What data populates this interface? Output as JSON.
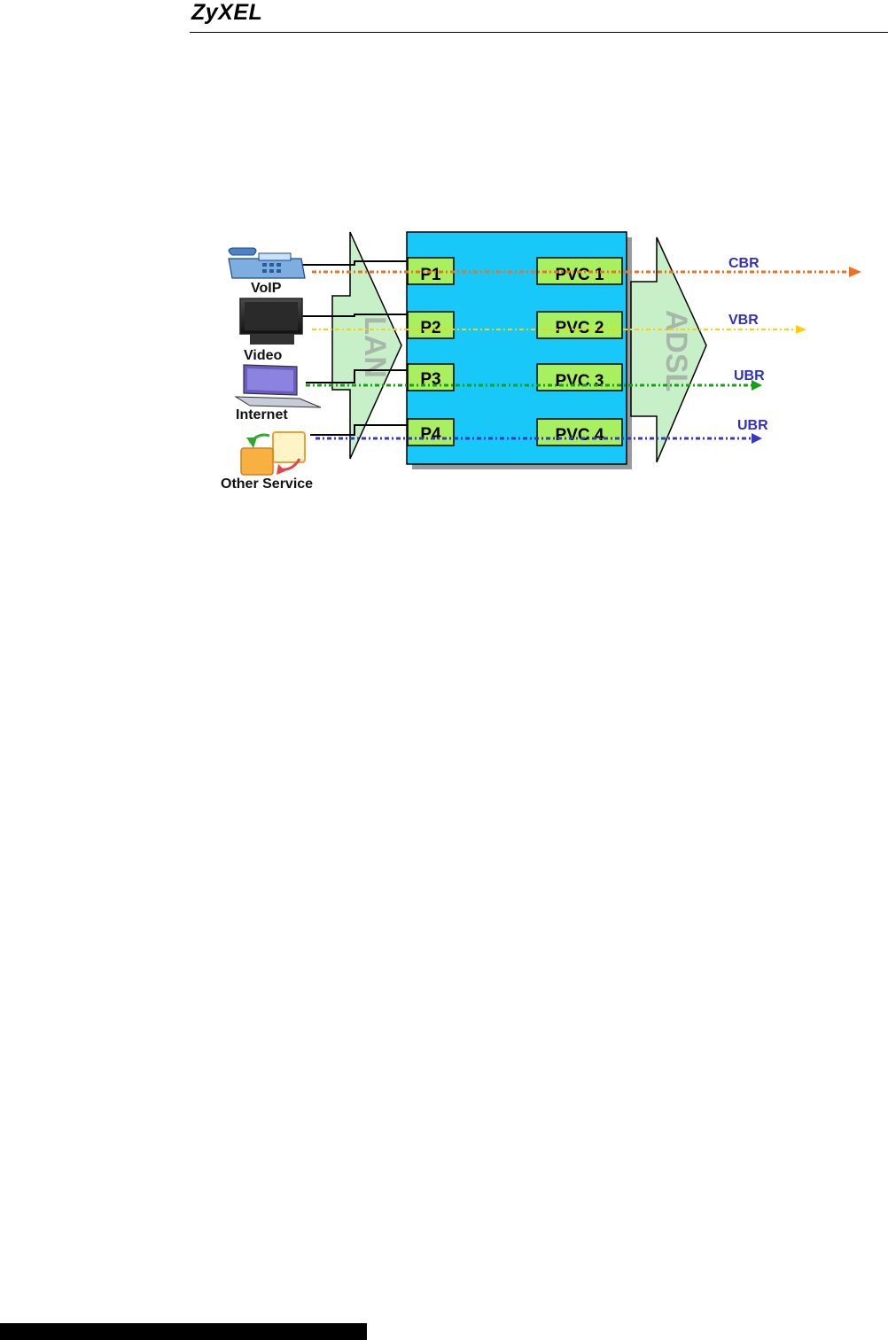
{
  "header": {
    "brand": "ZyXEL"
  },
  "diagram": {
    "lan_label": "LAN",
    "adsl_label": "ADSL",
    "services": [
      {
        "label": "VoIP",
        "icon": "phone-icon"
      },
      {
        "label": "Video",
        "icon": "tv-icon"
      },
      {
        "label": "Internet",
        "icon": "laptop-icon"
      },
      {
        "label": "Other Service",
        "icon": "refresh-folder-icon"
      }
    ],
    "ports": [
      "P1",
      "P2",
      "P3",
      "P4"
    ],
    "pvcs": [
      "PVC 1",
      "PVC 2",
      "PVC 3",
      "PVC 4"
    ],
    "classes": [
      "CBR",
      "VBR",
      "UBR",
      "UBR"
    ],
    "line_colors": [
      "#f07020",
      "#ffd000",
      "#18a018",
      "#3838c8"
    ],
    "box_color": "#18c8f8",
    "port_color": "#a8f060",
    "arrow_color": "#c8f0c8",
    "class_text_color": "#3030c0"
  }
}
